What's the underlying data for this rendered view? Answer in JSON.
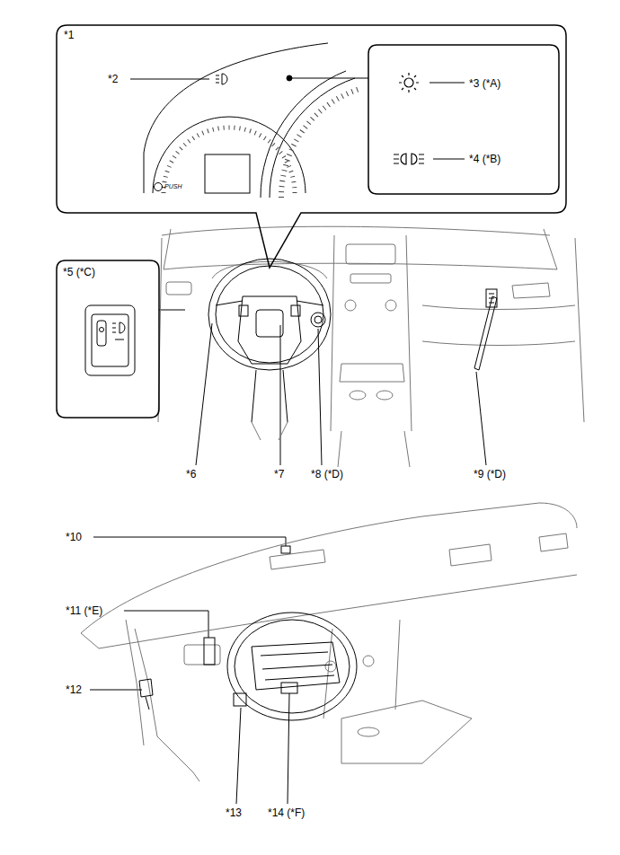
{
  "diagram": {
    "nodes": [
      {
        "text": [
          "*1"
        ]
      },
      {
        "text": [
          "*3 (*A)",
          "*4 (*B)"
        ],
        "in": 0
      },
      {
        "text": [
          "*5 (*C)"
        ]
      }
    ],
    "labels": [
      "*2",
      "PUSH",
      "*6",
      "*7",
      "*8 (*D)",
      "*9 (*D)",
      "*10",
      "*11 (*E)",
      "*12",
      "*13",
      "*14 (*F)"
    ]
  }
}
